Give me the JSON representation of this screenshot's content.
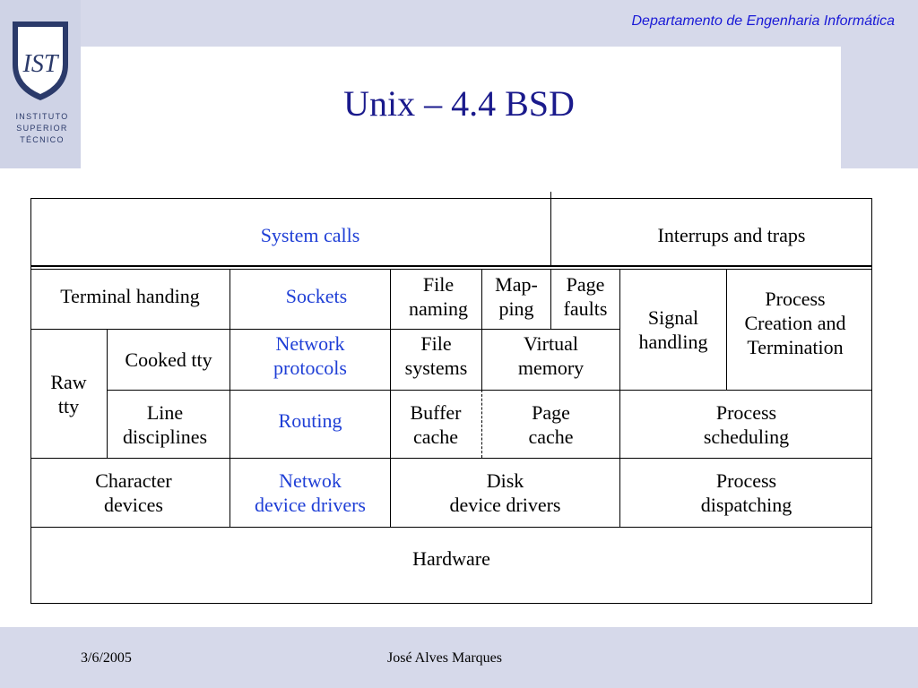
{
  "header": {
    "department": "Departamento de Engenharia Informática",
    "title": "Unix – 4.4 BSD",
    "logo": {
      "monogram": "IST",
      "lines": [
        "INSTITUTO",
        "SUPERIOR",
        "TÉCNICO"
      ]
    }
  },
  "diagram": {
    "system_calls": "System calls",
    "interrupts": "Interrups and traps",
    "terminal_handling": "Terminal handing",
    "sockets": "Sockets",
    "file_naming": "File\nnaming",
    "mapping": "Map-\nping",
    "page_faults": "Page\nfaults",
    "signal_handling": "Signal\nhandling",
    "process_creation": "Process\nCreation and\nTermination",
    "raw_tty": "Raw\ntty",
    "cooked_tty": "Cooked tty",
    "network_protocols": "Network\nprotocols",
    "file_systems": "File\nsystems",
    "virtual_memory": "Virtual\nmemory",
    "line_disciplines": "Line\ndisciplines",
    "routing": "Routing",
    "buffer_cache": "Buffer\ncache",
    "page_cache": "Page\ncache",
    "process_scheduling": "Process\nscheduling",
    "character_devices": "Character\ndevices",
    "network_device_drivers": "Netwok\ndevice drivers",
    "disk_device_drivers": "Disk\ndevice drivers",
    "process_dispatching": "Process\ndispatching",
    "hardware": "Hardware"
  },
  "footer": {
    "date": "3/6/2005",
    "author": "José Alves Marques"
  },
  "colors": {
    "title": "#1a1a8c",
    "department": "#1a1ad6",
    "network_text": "#1f3fd6",
    "band": "#d6d9ea"
  }
}
